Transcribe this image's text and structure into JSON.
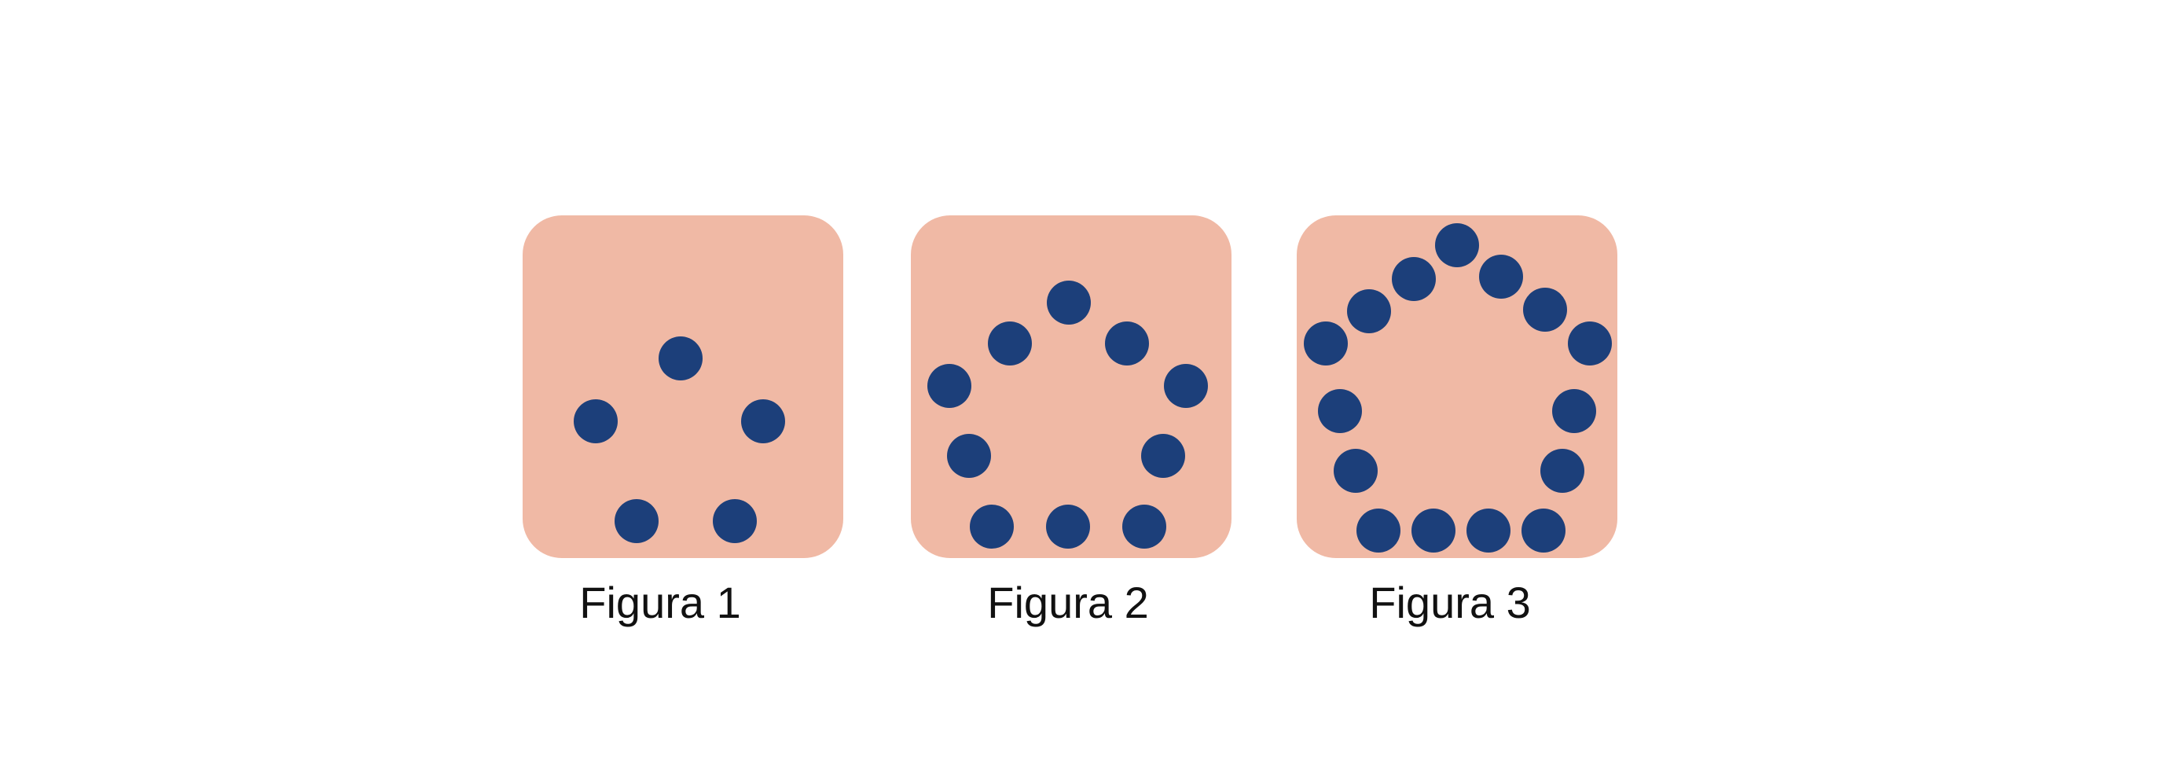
{
  "colors": {
    "background": "#ffffff",
    "card": "#f0b9a5",
    "dot": "#1c3f7a",
    "label": "#111111"
  },
  "figures": [
    {
      "label": "Figura 1",
      "dot_count": 5
    },
    {
      "label": "Figura 2",
      "dot_count": 10
    },
    {
      "label": "Figura 3",
      "dot_count": 15
    }
  ]
}
